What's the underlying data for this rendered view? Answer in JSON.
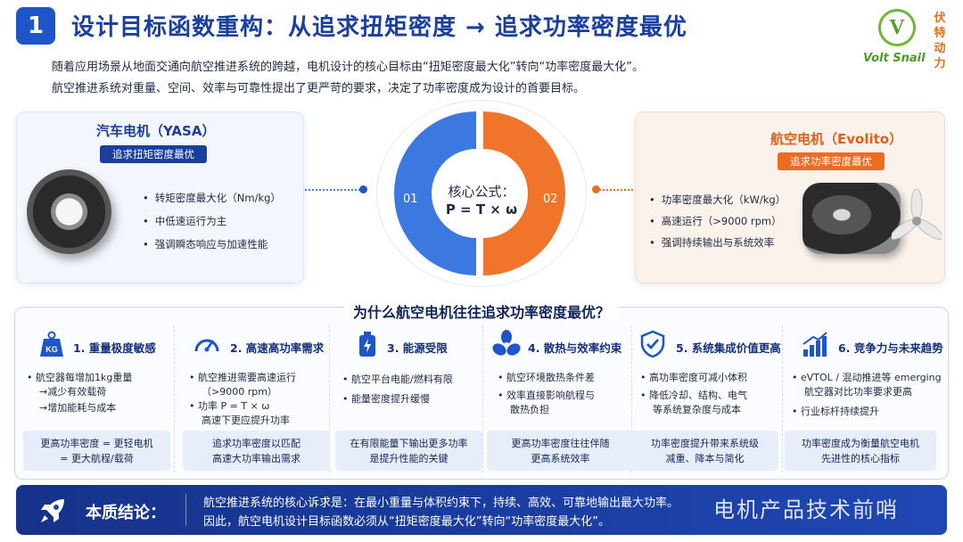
{
  "header": {
    "section_number": "1",
    "title": "设计目标函数重构：从追求扭矩密度 → 追求功率密度最优"
  },
  "brand": {
    "logo_letter": "V",
    "name": "Volt Snail",
    "cn_chars": [
      "伏",
      "特",
      "动",
      "力"
    ]
  },
  "intro": {
    "line1": "随着应用场景从地面交通向航空推进系统的跨越，电机设计的核心目标由“扭矩密度最大化”转向“功率密度最大化”。",
    "line2": "航空推进系统对重量、空间、效率与可靠性提出了更严苛的要求，决定了功率密度成为设计的首要目标。"
  },
  "left_card": {
    "title": "汽车电机（YASA）",
    "tag": "追求扭矩密度最优",
    "bullets": [
      "转矩密度最大化（Nm/kg）",
      "中低速运行为主",
      "强调瞬态响应与加速性能"
    ]
  },
  "right_card": {
    "title": "航空电机（Evolito）",
    "tag": "追求功率密度最优",
    "bullets": [
      "功率密度最大化（kW/kg）",
      "高速运行（>9000 rpm）",
      "强调持续输出与系统效率"
    ]
  },
  "core": {
    "label": "核心公式：",
    "formula": "P = T × ω",
    "left_num": "01",
    "right_num": "02"
  },
  "why": {
    "title": "为什么航空电机往往追求功率密度最优？",
    "columns": [
      {
        "head": "1. 重量极度敏感",
        "icon": "kg-weight-icon",
        "items": [
          "航空器每增加1kg重量",
          "→减少有效载荷",
          "→增加能耗与成本"
        ],
        "foot": "更高功率密度 = 更轻电机\n= 更大航程/载荷"
      },
      {
        "head": "2. 高速高功率需求",
        "icon": "speedometer-icon",
        "items": [
          "航空推进需要高速运行",
          "（>9000 rpm）",
          "功率 P = T × ω",
          "高速下更应提升功率"
        ],
        "foot": "追求功率密度以匹配\n高速大功率输出需求"
      },
      {
        "head": "3. 能源受限",
        "icon": "battery-icon",
        "items": [
          "航空平台电能/燃料有限",
          "能量密度提升缓慢"
        ],
        "foot": "在有限能量下输出更多功率\n是提升性能的关键"
      },
      {
        "head": "4. 散热与效率约束",
        "icon": "fan-icon",
        "items": [
          "航空环境散热条件差",
          "效率直接影响航程与",
          "散热负担"
        ],
        "foot": "更高功率密度往往伴随\n更高系统效率"
      },
      {
        "head": "5. 系统集成价值更高",
        "icon": "shield-check-icon",
        "items": [
          "高功率密度可减小体积",
          "降低冷却、结构、电气",
          "等系统复杂度与成本"
        ],
        "foot": "功率密度提升带来系统级\n减重、降本与简化"
      },
      {
        "head": "6. 竞争力与未来趋势",
        "icon": "growth-chart-icon",
        "items": [
          "eVTOL / 混动推进等 emerging",
          "航空器对比功率要求更高",
          "行业标杆持续提升"
        ],
        "foot": "功率密度成为衡量航空电机\n先进性的核心指标"
      }
    ]
  },
  "conclusion": {
    "label": "本质结论：",
    "line1": "航空推进系统的核心诉求是：在最小重量与体积约束下，持续、高效、可靠地输出最大功率。",
    "line2": "因此，航空电机设计目标函数必须从“扭矩密度最大化”转向“功率密度最大化”。"
  },
  "watermark": "电机产品技术前哨",
  "colors": {
    "blue": "#1e56c9",
    "navy": "#1a3f9c",
    "orange": "#ef6b21",
    "green": "#6cb83a"
  }
}
